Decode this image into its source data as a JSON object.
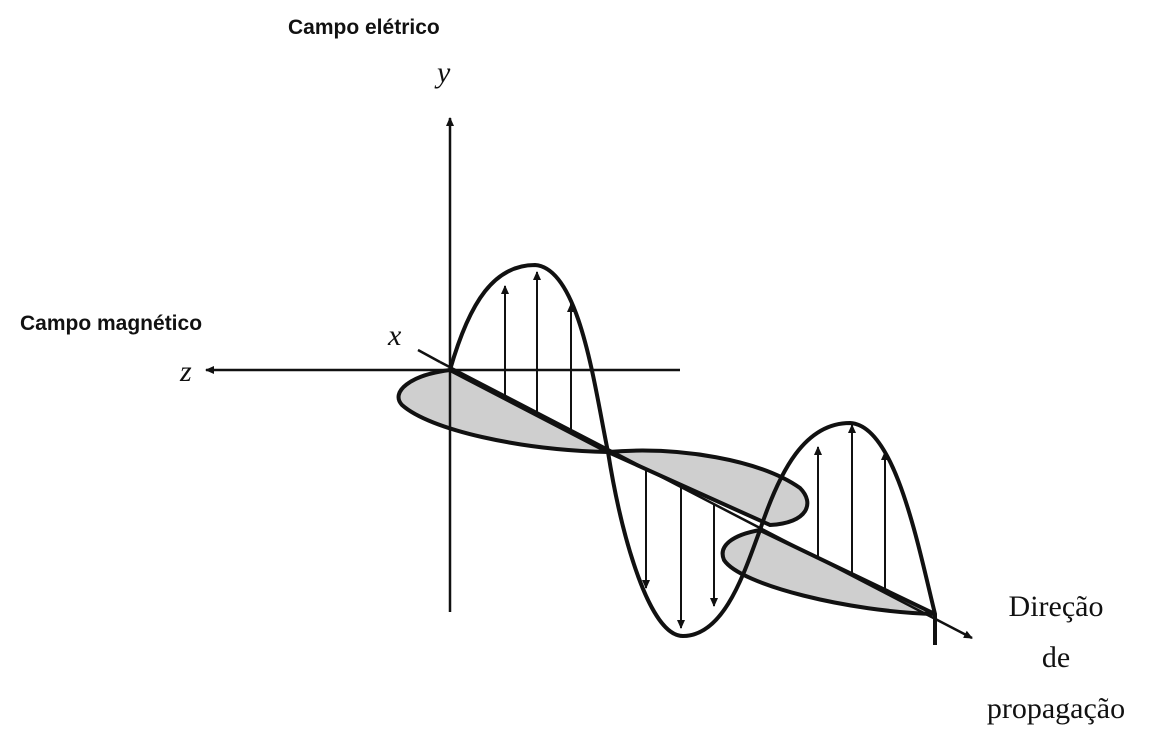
{
  "labels": {
    "electric_field": "Campo elétrico",
    "magnetic_field": "Campo magnético",
    "axis_y": "y",
    "axis_x": "x",
    "axis_z": "z",
    "propagation_line1": "Direção",
    "propagation_line2": "de",
    "propagation_line3": "propagação"
  },
  "colors": {
    "ink": "#111111",
    "magnetic_fill": "#cfcfcf"
  }
}
